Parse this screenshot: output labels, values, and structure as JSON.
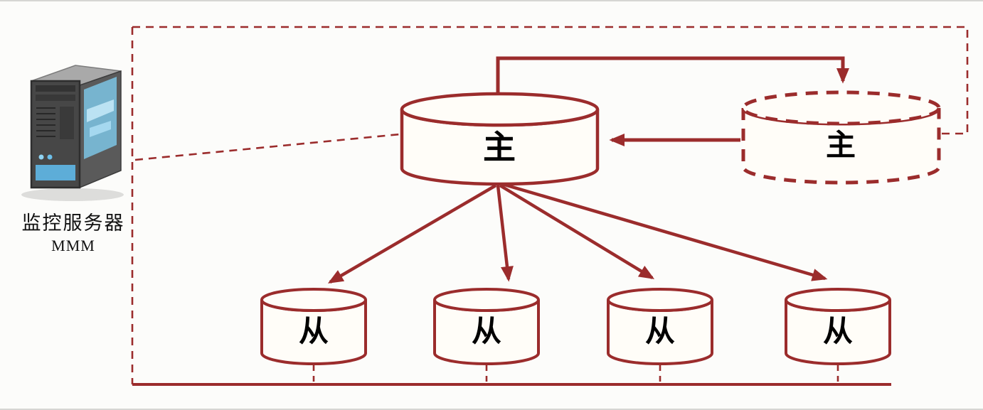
{
  "diagram": {
    "monitor": {
      "label": "监控服务器",
      "sublabel": "MMM"
    },
    "nodes": {
      "master_primary": {
        "label": "主",
        "style": "solid"
      },
      "master_standby": {
        "label": "主",
        "style": "dashed"
      },
      "slaves": [
        {
          "label": "从"
        },
        {
          "label": "从"
        },
        {
          "label": "从"
        },
        {
          "label": "从"
        }
      ]
    },
    "colors": {
      "line_red": "#9b2c2c",
      "node_fill": "#fffdf8",
      "label_text": "#000000"
    }
  }
}
